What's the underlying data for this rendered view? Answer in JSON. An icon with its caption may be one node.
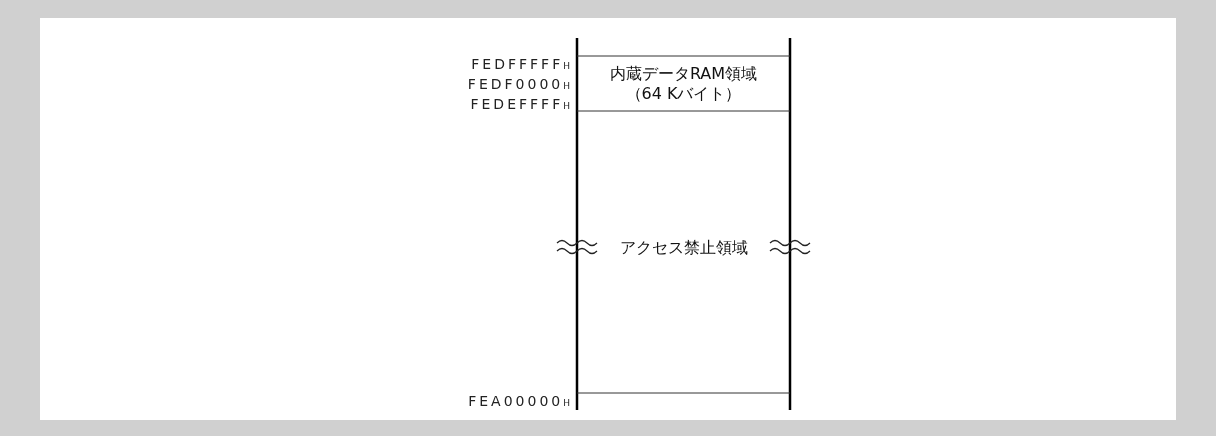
{
  "diagram": {
    "nodes": [
      {
        "text": [
          "内蔵データRAM領域",
          "（64 Kバイト）"
        ]
      },
      {
        "text": [
          "アクセス禁止領域"
        ]
      }
    ],
    "labels": [
      "FEDFFFFF$_{H}$",
      "FEDF0000$_{H}$",
      "FEDEFFFF$_{H}$",
      "FEA00000$_{H}$"
    ]
  }
}
